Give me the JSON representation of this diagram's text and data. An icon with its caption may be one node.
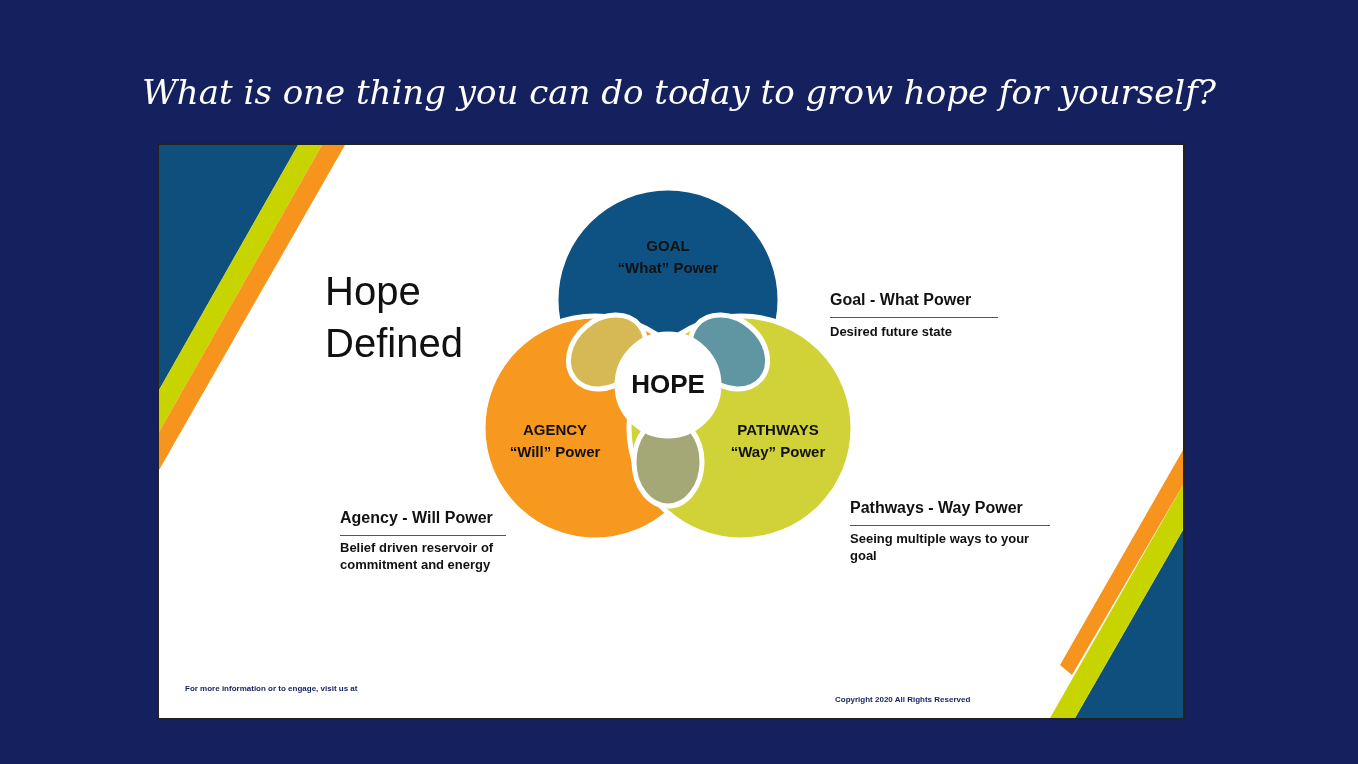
{
  "diagram": {
    "title": "What is one thing you can do today to grow hope for yourself?",
    "nodes": [
      {
        "text": [
          "GOAL",
          "“What” Power"
        ]
      },
      {
        "text": [],
        "shape": "petal"
      },
      {
        "text": [],
        "shape": "petal"
      },
      {
        "text": [
          "HOPE"
        ]
      },
      {
        "text": [
          "AGENCY",
          "“Will” Power"
        ]
      },
      {
        "text": [
          "PATHWAYS",
          "“Way” Power"
        ]
      },
      {
        "text": [],
        "shape": "petal"
      }
    ],
    "labels": [
      "Hope Defined",
      "Goal - What Power",
      "Desired future state",
      "Agency - Will Power",
      "Belief driven reservoir of commitment and energy",
      "Pathways - Way Power",
      "Seeing multiple ways to your goal",
      "For more information or to engage, visit us at",
      "Copyright 2020 All Rights Reserved"
    ]
  }
}
